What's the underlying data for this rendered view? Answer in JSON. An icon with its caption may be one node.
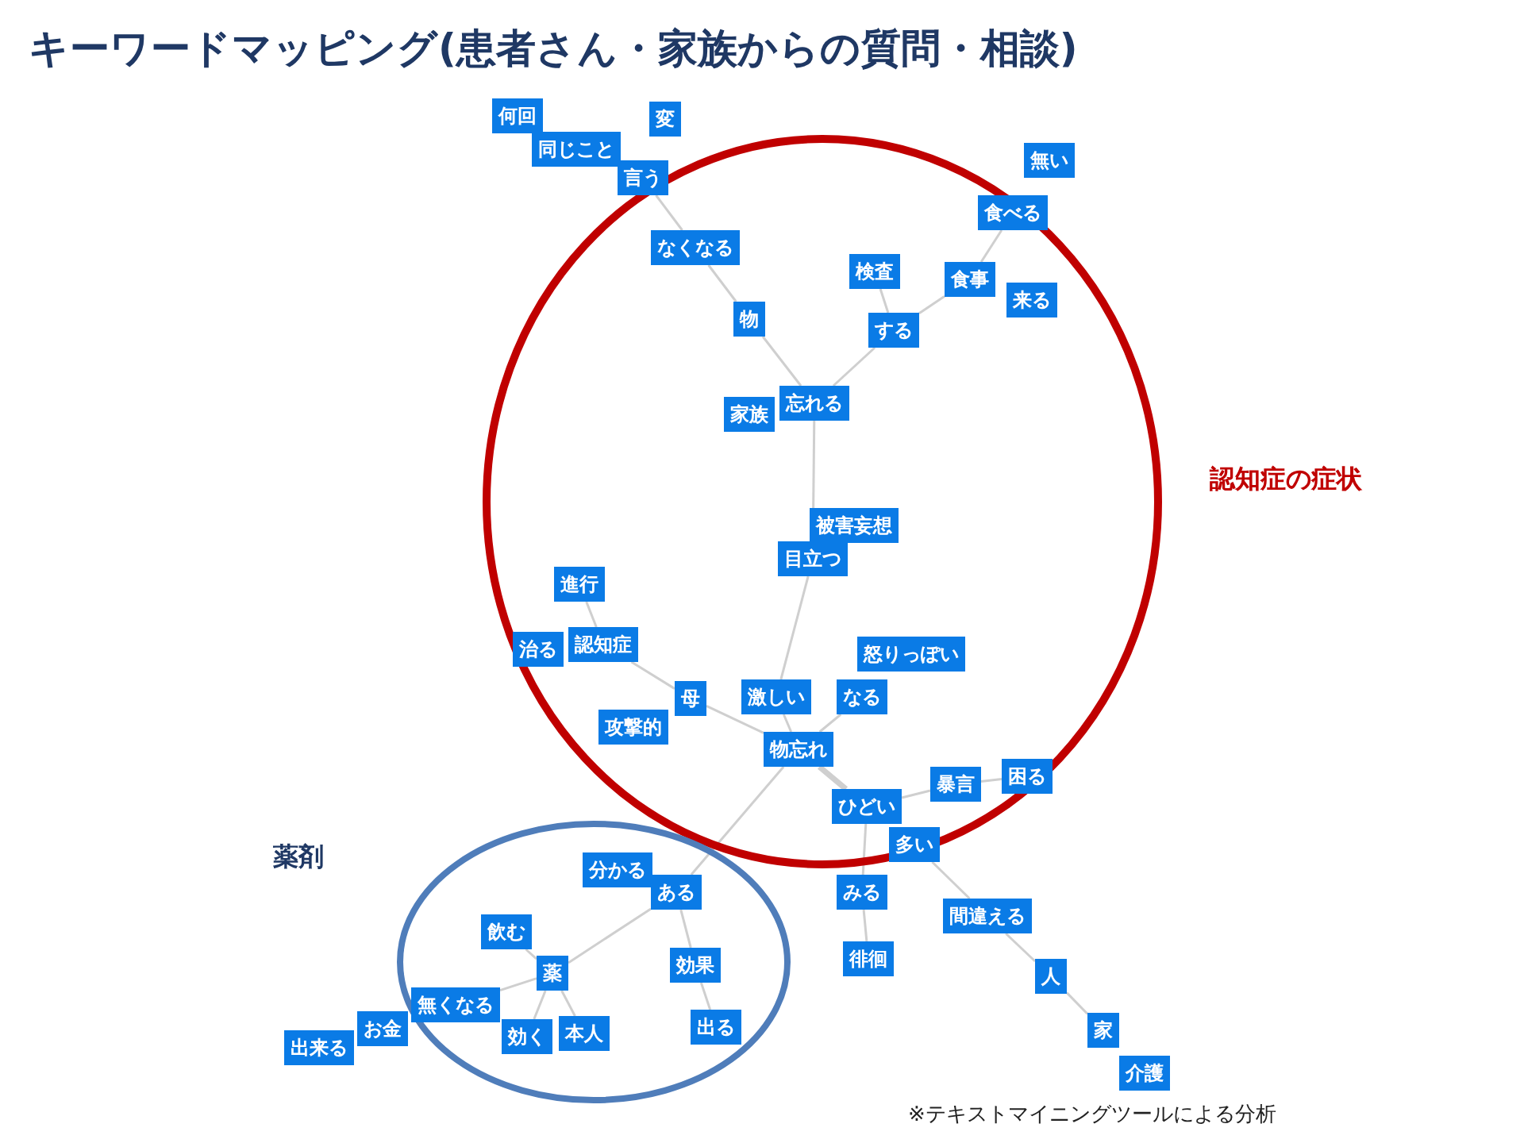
{
  "diagram": {
    "title": "キーワードマッピング(患者さん・家族からの質問・相談)",
    "caption": "※テキストマイニングツールによる分析",
    "nodes": [
      {
        "text": [
          "何回"
        ]
      },
      {
        "text": [
          "同じこと"
        ]
      },
      {
        "text": [
          "変"
        ]
      },
      {
        "text": [
          "言う"
        ]
      },
      {
        "text": [
          "なくなる"
        ]
      },
      {
        "text": [
          "物"
        ]
      },
      {
        "text": [
          "家族"
        ]
      },
      {
        "text": [
          "忘れる"
        ]
      },
      {
        "text": [
          "検査"
        ]
      },
      {
        "text": [
          "する"
        ]
      },
      {
        "text": [
          "食事"
        ]
      },
      {
        "text": [
          "来る"
        ]
      },
      {
        "text": [
          "食べる"
        ]
      },
      {
        "text": [
          "無い"
        ]
      },
      {
        "text": [
          "被害妄想"
        ]
      },
      {
        "text": [
          "目立つ"
        ]
      },
      {
        "text": [
          "進行"
        ]
      },
      {
        "text": [
          "治る"
        ]
      },
      {
        "text": [
          "認知症"
        ]
      },
      {
        "text": [
          "母"
        ]
      },
      {
        "text": [
          "攻撃的"
        ]
      },
      {
        "text": [
          "激しい"
        ]
      },
      {
        "text": [
          "なる"
        ]
      },
      {
        "text": [
          "怒りっぽい"
        ]
      },
      {
        "text": [
          "物忘れ"
        ]
      },
      {
        "text": [
          "ひどい"
        ]
      },
      {
        "text": [
          "暴言"
        ]
      },
      {
        "text": [
          "困る"
        ]
      },
      {
        "text": [
          "多い"
        ]
      },
      {
        "text": [
          "みる"
        ]
      },
      {
        "text": [
          "徘徊"
        ]
      },
      {
        "text": [
          "間違える"
        ]
      },
      {
        "text": [
          "人"
        ]
      },
      {
        "text": [
          "家"
        ]
      },
      {
        "text": [
          "介護"
        ]
      },
      {
        "text": [
          "分かる"
        ]
      },
      {
        "text": [
          "ある"
        ]
      },
      {
        "text": [
          "飲む"
        ]
      },
      {
        "text": [
          "薬"
        ]
      },
      {
        "text": [
          "効果"
        ]
      },
      {
        "text": [
          "無くなる"
        ]
      },
      {
        "text": [
          "効く"
        ]
      },
      {
        "text": [
          "本人"
        ]
      },
      {
        "text": [
          "出る"
        ]
      },
      {
        "text": [
          "お金"
        ]
      },
      {
        "text": [
          "出来る"
        ]
      }
    ],
    "labels": [
      "認知症の症状",
      "薬剤"
    ],
    "edges": [
      {
        "from": 3,
        "to": 4,
        "arrow": "none"
      },
      {
        "from": 4,
        "to": 5,
        "arrow": "none"
      },
      {
        "from": 5,
        "to": 7,
        "arrow": "none"
      },
      {
        "from": 7,
        "to": 9,
        "arrow": "none"
      },
      {
        "from": 8,
        "to": 9,
        "arrow": "none"
      },
      {
        "from": 9,
        "to": 10,
        "arrow": "none"
      },
      {
        "from": 10,
        "to": 12,
        "arrow": "none"
      },
      {
        "from": 7,
        "to": 15,
        "arrow": "none"
      },
      {
        "from": 15,
        "to": 21,
        "arrow": "none"
      },
      {
        "from": 16,
        "to": 18,
        "arrow": "none"
      },
      {
        "from": 18,
        "to": 19,
        "arrow": "none"
      },
      {
        "from": 19,
        "to": 24,
        "arrow": "none"
      },
      {
        "from": 21,
        "to": 24,
        "arrow": "none"
      },
      {
        "from": 22,
        "to": 24,
        "arrow": "none"
      },
      {
        "from": 24,
        "to": 25,
        "arrow": "none",
        "style": "thick"
      },
      {
        "from": 25,
        "to": 26,
        "arrow": "none"
      },
      {
        "from": 26,
        "to": 27,
        "arrow": "none"
      },
      {
        "from": 25,
        "to": 29,
        "arrow": "none"
      },
      {
        "from": 29,
        "to": 30,
        "arrow": "none"
      },
      {
        "from": 28,
        "to": 31,
        "arrow": "none"
      },
      {
        "from": 31,
        "to": 32,
        "arrow": "none"
      },
      {
        "from": 32,
        "to": 33,
        "arrow": "none"
      },
      {
        "from": 24,
        "to": 36,
        "arrow": "none"
      },
      {
        "from": 36,
        "to": 38,
        "arrow": "none"
      },
      {
        "from": 36,
        "to": 39,
        "arrow": "none"
      },
      {
        "from": 39,
        "to": 43,
        "arrow": "none"
      },
      {
        "from": 37,
        "to": 38,
        "arrow": "none"
      },
      {
        "from": 38,
        "to": 40,
        "arrow": "none"
      },
      {
        "from": 38,
        "to": 41,
        "arrow": "none"
      },
      {
        "from": 38,
        "to": 42,
        "arrow": "none"
      }
    ]
  }
}
